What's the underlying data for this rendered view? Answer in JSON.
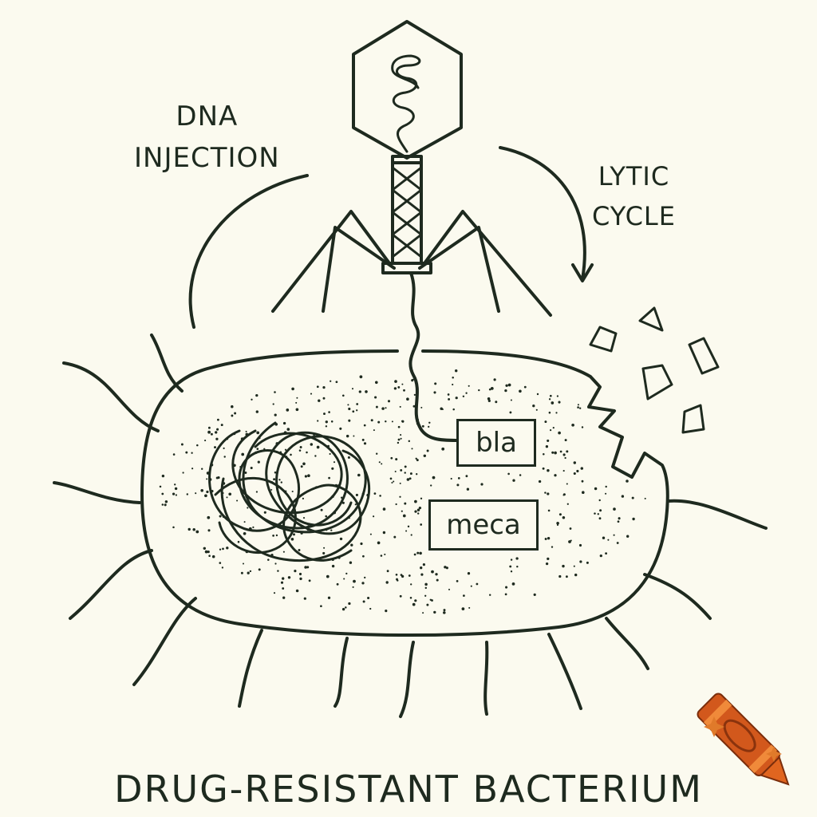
{
  "labels": {
    "dna_injection": [
      "DNA",
      "INJECTION"
    ],
    "lytic_cycle": [
      "LYTIC",
      "CYCLE"
    ],
    "genes": {
      "bla": "bla",
      "meca": "meca"
    },
    "title": "DRUG-RESISTANT BACTERIUM"
  },
  "colors": {
    "ink": "#1e2a1f",
    "background": "#fbfaef",
    "crayon_body": "#d2581c",
    "crayon_band": "#f08a3a",
    "sparkle": "#e07a2a"
  },
  "icons": {
    "logo": "crayon-icon",
    "phage": "bacteriophage-icon"
  }
}
